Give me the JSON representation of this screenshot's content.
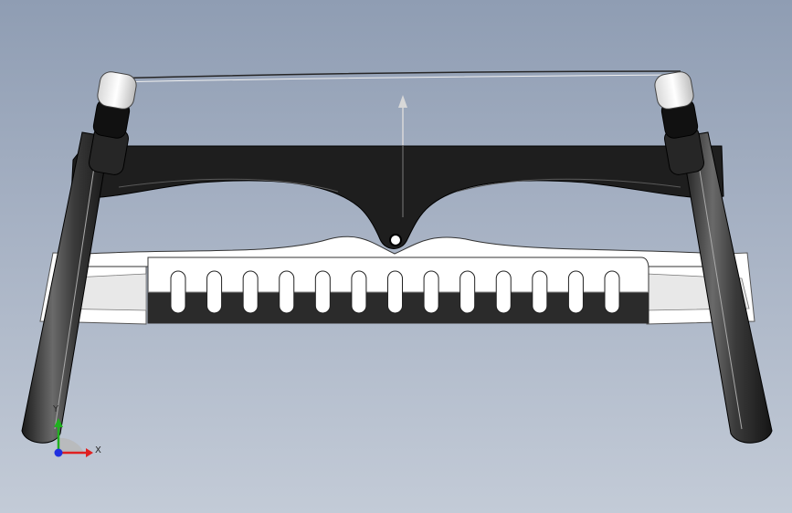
{
  "viewport": {
    "background_top": "#8f9db3",
    "background_bottom": "#c3cbd7"
  },
  "triad": {
    "x_label": "X",
    "y_label": "Y",
    "x_color": "#e02020",
    "y_color": "#20b020",
    "z_color": "#2030e0"
  },
  "model": {
    "body_color": "#1e1e1e",
    "tube_color": "#3a3a3a",
    "pad_color": "#ffffff",
    "slot_count": 13
  }
}
